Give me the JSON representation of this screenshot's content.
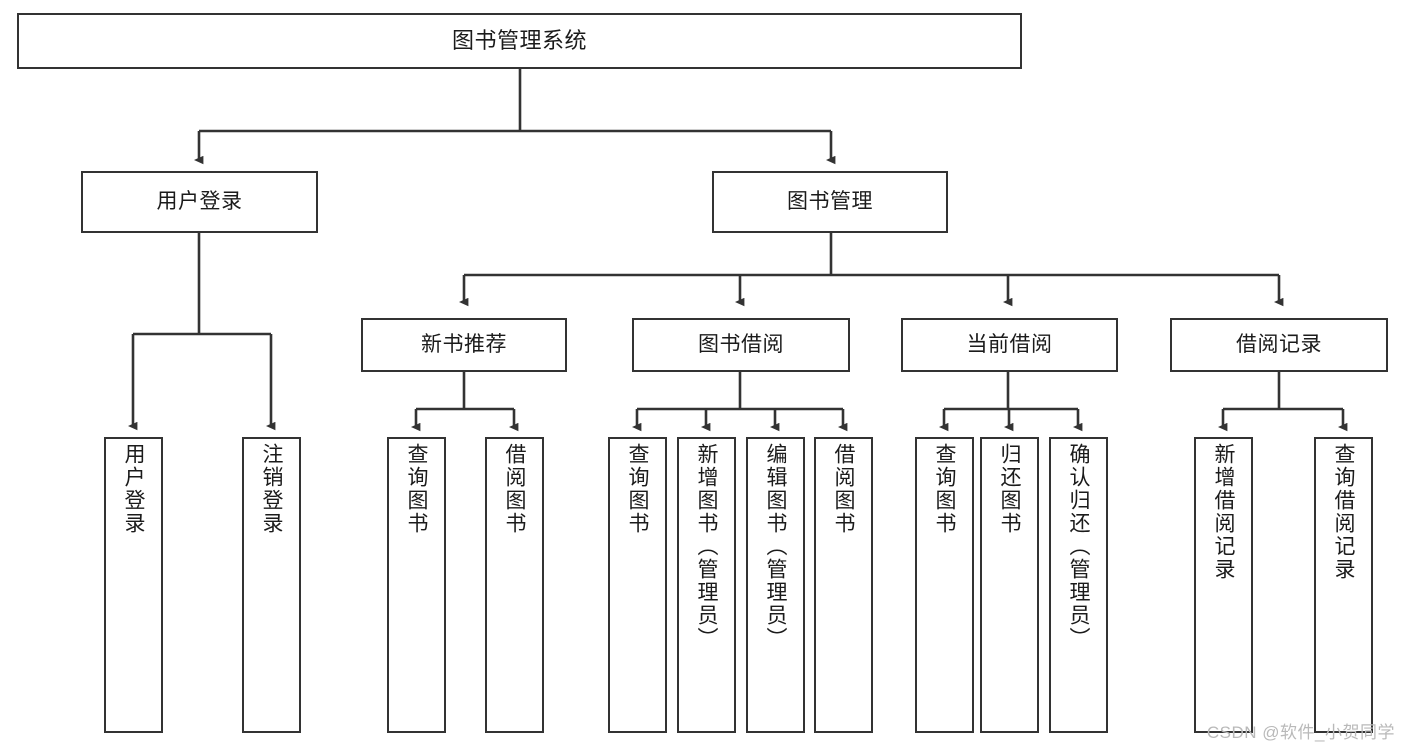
{
  "diagram": {
    "title": "图书管理系统",
    "type": "tree",
    "watermark": "CSDN @软件_小贺同学",
    "colors": {
      "box_border": "#333333",
      "box_fill": "#ffffff",
      "edge": "#333333",
      "text": "#1b1b1b",
      "watermark": "#b9b9b9"
    },
    "nodes": {
      "root": {
        "label": "图书管理系统",
        "level": 1,
        "orientation": "horizontal"
      },
      "l2": [
        {
          "id": "user-login",
          "label": "用户登录",
          "level": 2,
          "orientation": "horizontal"
        },
        {
          "id": "book-manage",
          "label": "图书管理",
          "level": 2,
          "orientation": "horizontal"
        }
      ],
      "l3": [
        {
          "id": "new-book-recommend",
          "label": "新书推荐",
          "level": 3,
          "orientation": "horizontal"
        },
        {
          "id": "book-borrow",
          "label": "图书借阅",
          "level": 3,
          "orientation": "horizontal"
        },
        {
          "id": "current-borrow",
          "label": "当前借阅",
          "level": 3,
          "orientation": "horizontal"
        },
        {
          "id": "borrow-record",
          "label": "借阅记录",
          "level": 3,
          "orientation": "horizontal"
        }
      ],
      "leaves": [
        {
          "id": "leaf-user-login",
          "label": "用户登录",
          "parent": "user-login",
          "orientation": "vertical"
        },
        {
          "id": "leaf-user-logout",
          "label": "注销登录",
          "parent": "user-login",
          "orientation": "vertical"
        },
        {
          "id": "leaf-query-book-1",
          "label": "查询图书",
          "parent": "new-book-recommend",
          "orientation": "vertical"
        },
        {
          "id": "leaf-borrow-book-1",
          "label": "借阅图书",
          "parent": "new-book-recommend",
          "orientation": "vertical"
        },
        {
          "id": "leaf-query-book-2",
          "label": "查询图书",
          "parent": "book-borrow",
          "orientation": "vertical"
        },
        {
          "id": "leaf-add-book",
          "label": "新增图书（管理员）",
          "parent": "book-borrow",
          "orientation": "vertical"
        },
        {
          "id": "leaf-edit-book",
          "label": "编辑图书（管理员）",
          "parent": "book-borrow",
          "orientation": "vertical"
        },
        {
          "id": "leaf-borrow-book-2",
          "label": "借阅图书",
          "parent": "book-borrow",
          "orientation": "vertical"
        },
        {
          "id": "leaf-query-book-3",
          "label": "查询图书",
          "parent": "current-borrow",
          "orientation": "vertical"
        },
        {
          "id": "leaf-return-book",
          "label": "归还图书",
          "parent": "current-borrow",
          "orientation": "vertical"
        },
        {
          "id": "leaf-confirm-return",
          "label": "确认归还（管理员）",
          "parent": "current-borrow",
          "orientation": "vertical"
        },
        {
          "id": "leaf-add-record",
          "label": "新增借阅记录",
          "parent": "borrow-record",
          "orientation": "vertical"
        },
        {
          "id": "leaf-query-record",
          "label": "查询借阅记录",
          "parent": "borrow-record",
          "orientation": "vertical"
        }
      ]
    }
  }
}
